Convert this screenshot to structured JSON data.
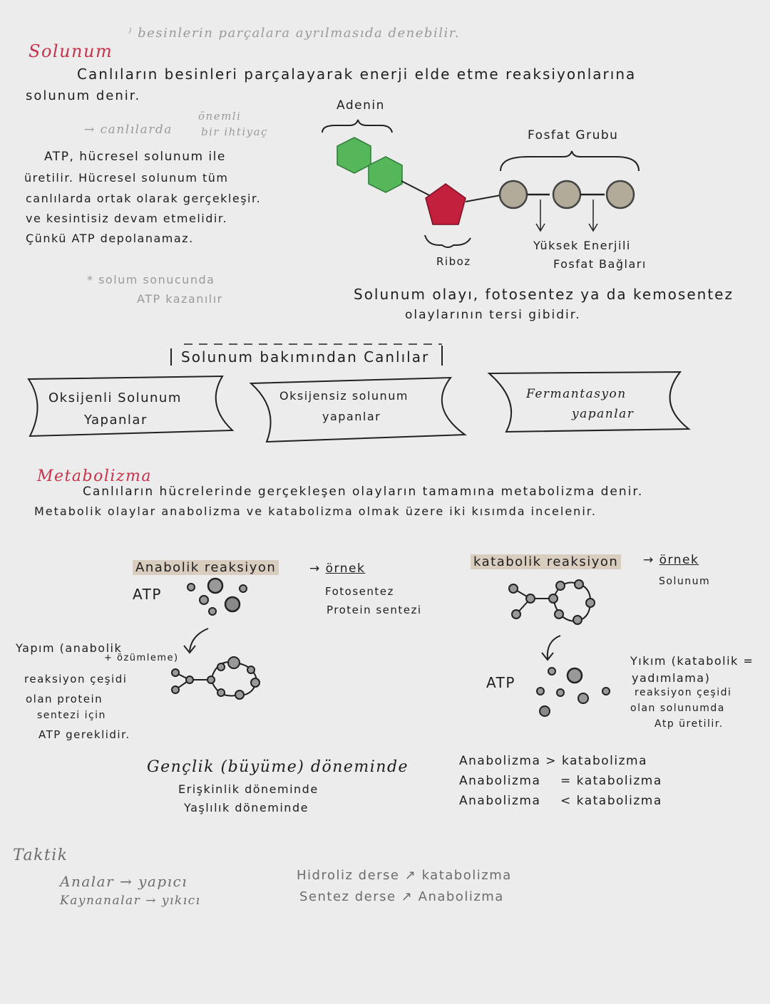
{
  "header_note": "besinlerin parçalara ayrılmasıda denebilir.",
  "title_solunum": "Solunum",
  "def_line1": "Canlıların besinleri parçalayarak enerji elde etme reaksiyonlarına",
  "def_line2": "solunum denir.",
  "note_canlilarda": "canlılarda",
  "note_onemli": "önemli",
  "note_bir_ihtiyac": "bir ihtiyaç",
  "atp_lines": [
    "ATP, hücresel solunum ile",
    "üretilir. Hücresel solunum tüm",
    "canlılarda ortak olarak gerçekleşir.",
    "ve kesintisiz devam etmelidir.",
    "Çünkü ATP depolanamaz."
  ],
  "star_note_line1": "* solum sonucunda",
  "star_note_line2": "ATP kazanılır",
  "diagram": {
    "adenin": "Adenin",
    "fosfat_grubu": "Fosfat Grubu",
    "riboz": "Riboz",
    "bond_line1": "Yüksek Enerjili",
    "bond_line2": "Fosfat Bağları",
    "colors": {
      "adenin": "#55b65a",
      "riboz": "#c2203c",
      "fosfat": "#b3ab9a"
    }
  },
  "solunum_olayi_line1": "Solunum olayı, fotosentez ya da kemosentez",
  "solunum_olayi_line2": "olaylarının tersi gibidir.",
  "classification_title": "Solunum bakımından Canlılar",
  "classification_boxes": [
    {
      "line1": "Oksijenli Solunum",
      "line2": "Yapanlar"
    },
    {
      "line1": "Oksijensiz solunum",
      "line2": "yapanlar"
    },
    {
      "line1": "Fermantasyon",
      "line2": "yapanlar"
    }
  ],
  "title_metabolizma": "Metabolizma",
  "meta_line1": "Canlıların hücrelerinde gerçekleşen olayların tamamına metabolizma denir.",
  "meta_line2": "Metabolik olaylar anabolizma ve katabolizma olmak üzere iki kısımda incelenir.",
  "anabolic": {
    "label": "Anabolik reaksiyon",
    "arrow": "→",
    "ornek": "örnek",
    "atp": "ATP",
    "examples": [
      "Fotosentez",
      "Protein sentezi"
    ],
    "note_lines": [
      "Yapım (anabolik",
      "+ özümleme)",
      "reaksiyon çeşidi",
      "olan protein",
      "sentezi için",
      "ATP gereklidir."
    ]
  },
  "catabolic": {
    "label": "katabolik reaksiyon",
    "arrow": "→",
    "ornek": "örnek",
    "example": "Solunum",
    "atp": "ATP",
    "note_lines": [
      "Yıkım (katabolik =",
      "yadımlama)",
      "reaksiyon çeşidi",
      "olan solunumda",
      "Atp üretilir."
    ]
  },
  "periods": [
    "Gençlik (büyüme) döneminde",
    "Erişkinlik döneminde",
    "Yaşlılık döneminde"
  ],
  "comparisons": [
    {
      "left": "Anabolizma",
      "op": ">",
      "right": "katabolizma"
    },
    {
      "left": "Anabolizma",
      "op": "=",
      "right": "katabolizma"
    },
    {
      "left": "Anabolizma",
      "op": "<",
      "right": "katabolizma"
    }
  ],
  "taktik": {
    "title": "Taktik",
    "rows": [
      {
        "left": "Analar",
        "arrow": "→",
        "right": "yapıcı"
      },
      {
        "left": "Kaynanalar",
        "arrow": "→",
        "right": "yıkıcı"
      }
    ],
    "rows2": [
      {
        "left": "Hidroliz derse",
        "arrow": "↗",
        "right": "katabolizma"
      },
      {
        "left": "Sentez derse",
        "arrow": "↗",
        "right": "Anabolizma"
      }
    ]
  }
}
